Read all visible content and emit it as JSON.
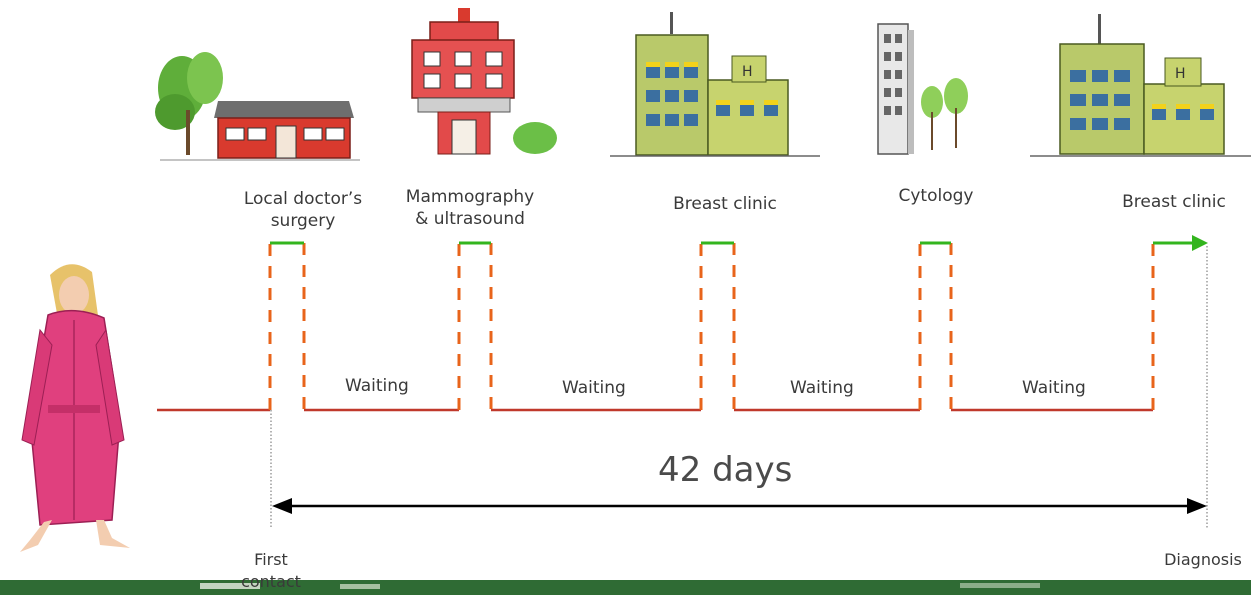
{
  "stops": [
    {
      "label_line1": "Local doctor’s",
      "label_line2": "surgery"
    },
    {
      "label_line1": "Mammography",
      "label_line2": "& ultrasound"
    },
    {
      "label_line1": "Breast clinic",
      "label_line2": ""
    },
    {
      "label_line1": "Cytology",
      "label_line2": ""
    },
    {
      "label_line1": "Breast clinic",
      "label_line2": ""
    }
  ],
  "waiting_label": "Waiting",
  "duration": "42 days",
  "start_label_line1": "First",
  "start_label_line2": "contact",
  "end_label": "Diagnosis",
  "colors": {
    "baseline": "#c0392b",
    "dashed": "#e8641b",
    "visit": "#33b51e",
    "arrow": "#000000",
    "text": "#3a3a3a",
    "footer": "#2f6b34"
  }
}
